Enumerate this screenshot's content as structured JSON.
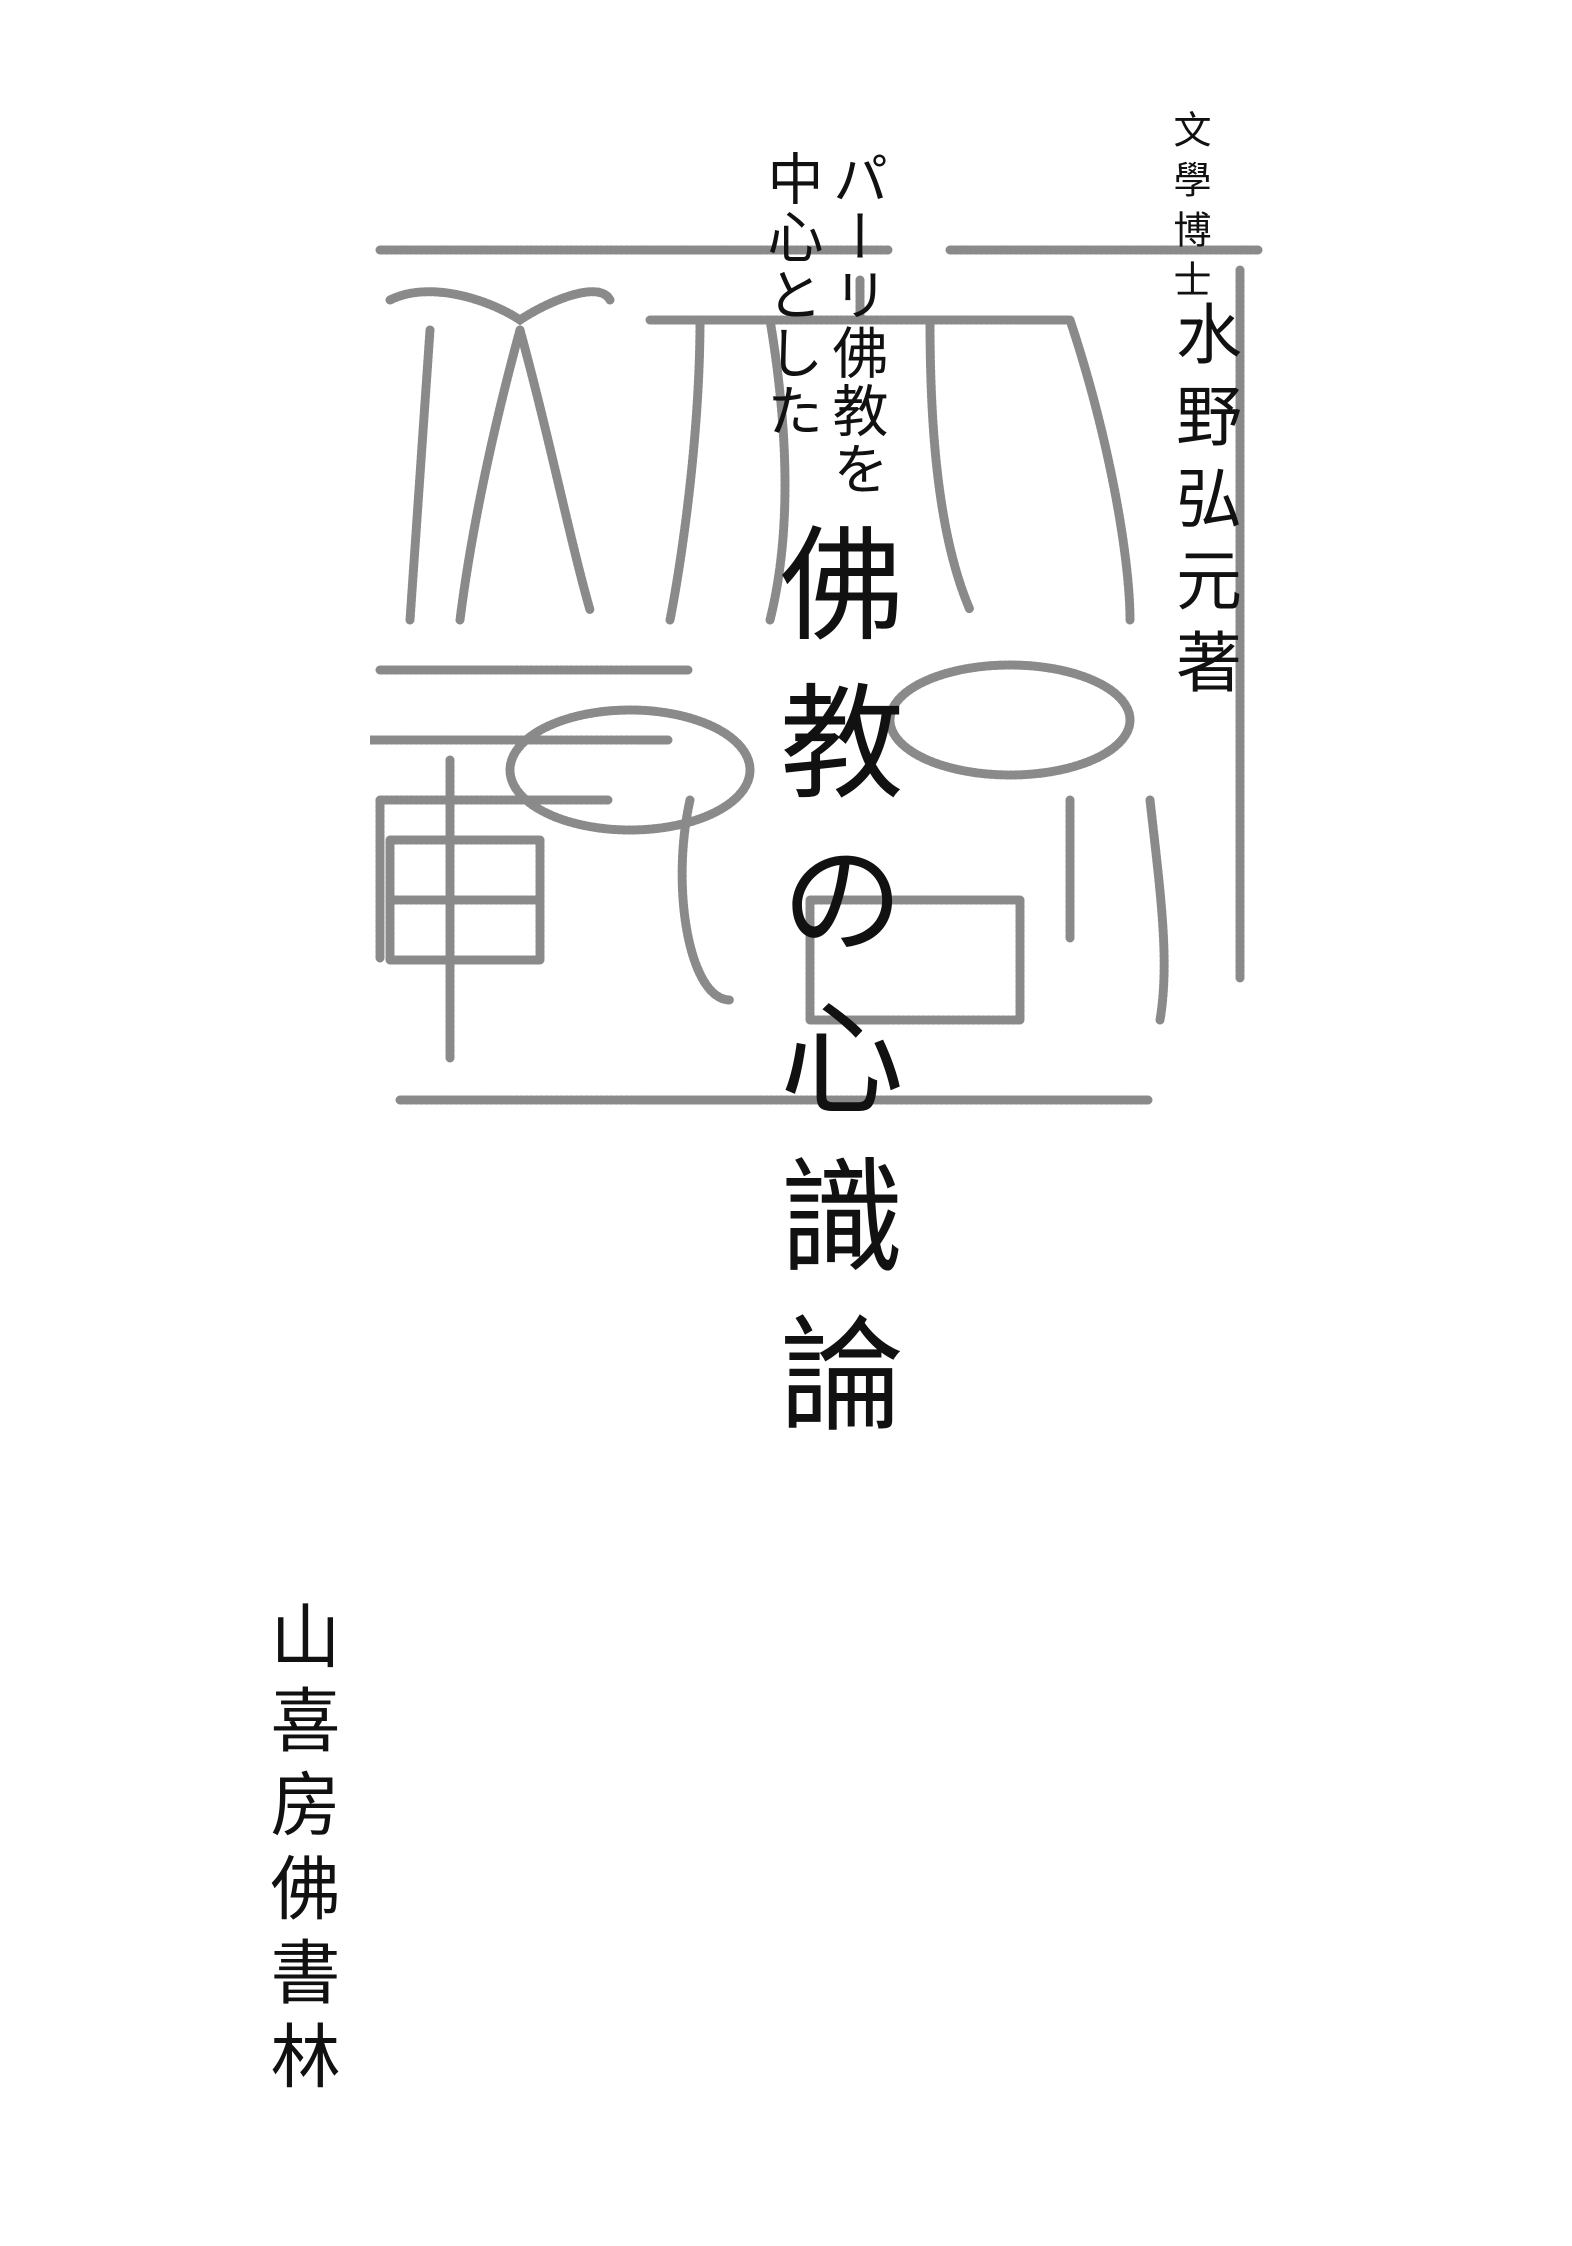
{
  "cover": {
    "author_degree": "文學博士",
    "author": "水野弘元著",
    "subtitle_line1": "パーリ佛教を",
    "subtitle_line2": "中心とした",
    "title": "佛教の心識論",
    "publisher": "山喜房佛書林"
  },
  "seal": {
    "description_text": "seal watermark"
  }
}
